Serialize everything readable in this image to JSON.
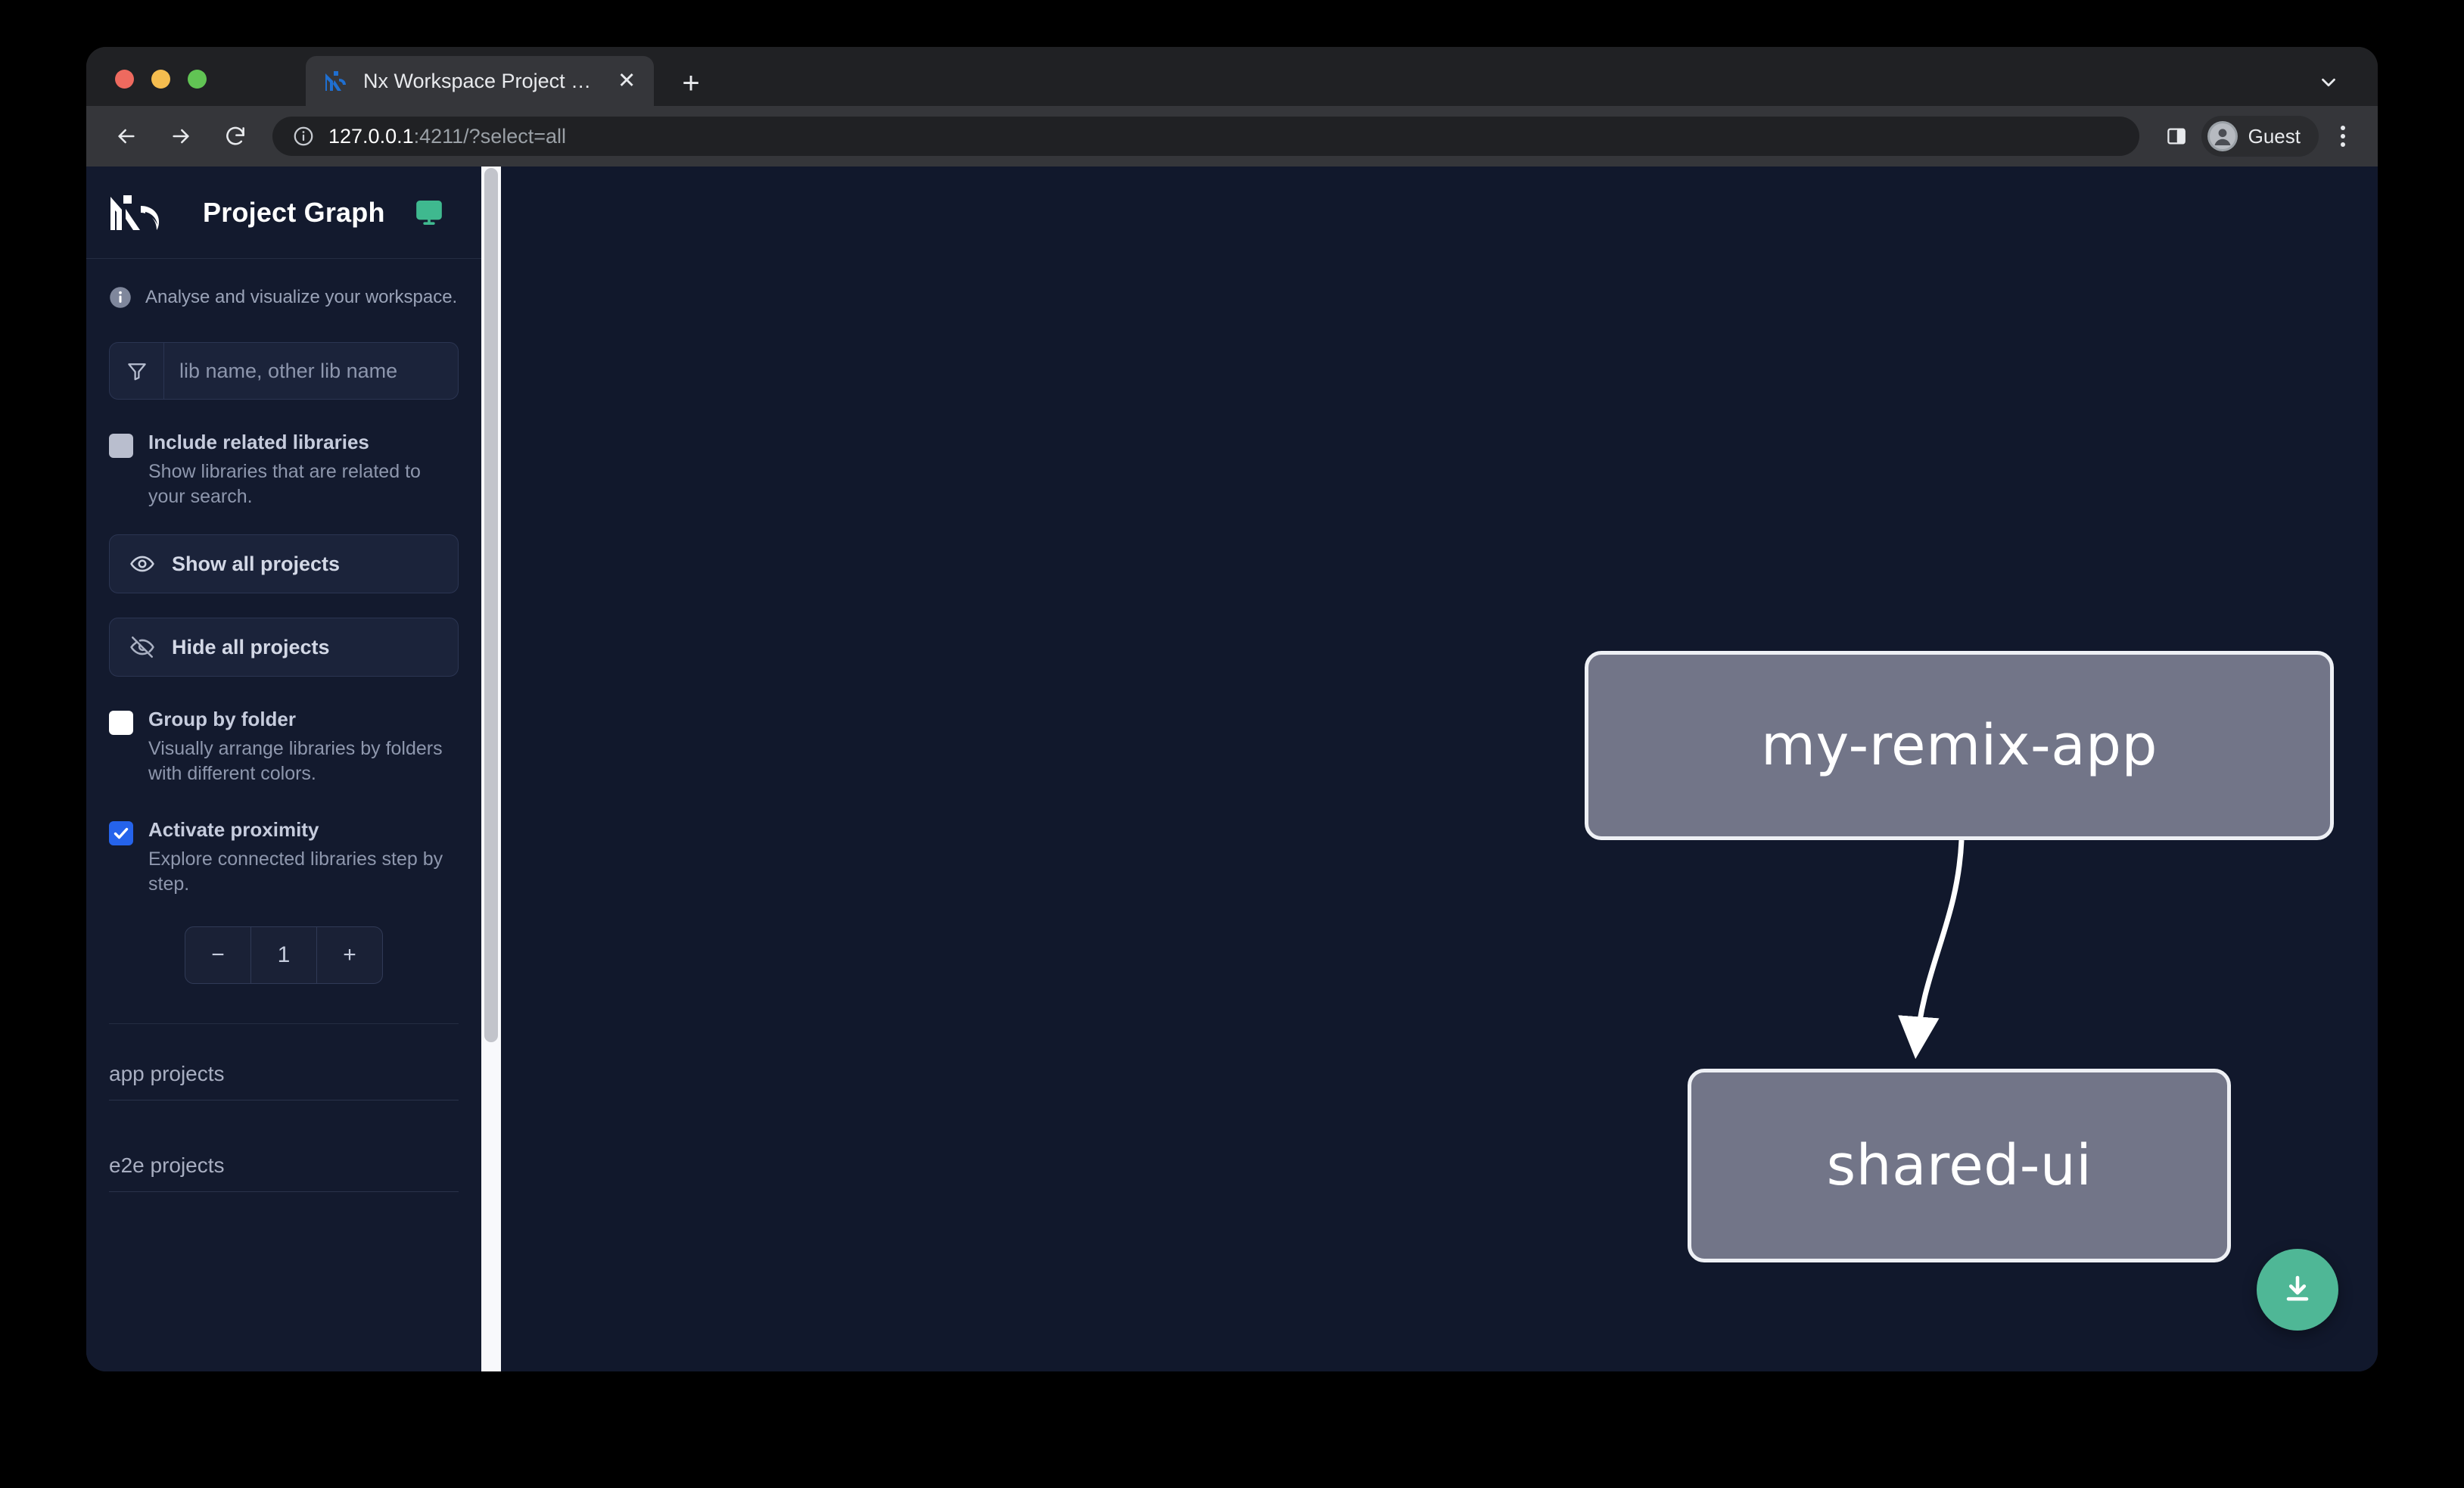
{
  "browser": {
    "traffic_lights": [
      "close",
      "minimize",
      "maximize"
    ],
    "tab": {
      "title": "Nx Workspace Project Graph",
      "favicon": "nx-favicon-icon",
      "close_label": "✕"
    },
    "new_tab_label": "+",
    "tabstrip_chevron": "chevron-down-icon",
    "toolbar": {
      "back_icon": "arrow-left-icon",
      "forward_icon": "arrow-right-icon",
      "reload_icon": "reload-icon",
      "omnibox_info_icon": "info-circle-icon",
      "url_host": "127.0.0.1",
      "url_path": ":4211/?select=all",
      "side_panel_icon": "side-panel-icon",
      "profile_name": "Guest",
      "profile_avatar_icon": "person-icon",
      "menu_icon": "kebab-menu-icon"
    }
  },
  "sidebar": {
    "logo": "nx-logo",
    "title": "Project Graph",
    "monitor_icon": "monitor-icon",
    "note_icon": "info-icon",
    "note": "Analyse and visualize your workspace.",
    "filter": {
      "icon": "funnel-filter-icon",
      "placeholder": "lib name, other lib name",
      "value": ""
    },
    "options": [
      {
        "id": "include-related-libraries",
        "label": "Include related libraries",
        "description": "Show libraries that are related to your search.",
        "state": "disabled"
      },
      {
        "id": "group-by-folder",
        "label": "Group by folder",
        "description": "Visually arrange libraries by folders with different colors.",
        "state": "unchecked"
      },
      {
        "id": "activate-proximity",
        "label": "Activate proximity",
        "description": "Explore connected libraries step by step.",
        "state": "checked"
      }
    ],
    "buttons": [
      {
        "id": "show-all-projects",
        "label": "Show all projects",
        "icon": "eye-icon"
      },
      {
        "id": "hide-all-projects",
        "label": "Hide all projects",
        "icon": "eye-off-icon"
      }
    ],
    "stepper": {
      "decrement_label": "−",
      "value": "1",
      "increment_label": "+"
    },
    "sections": [
      {
        "id": "app-projects",
        "label": "app projects"
      },
      {
        "id": "e2e-projects",
        "label": "e2e projects"
      }
    ]
  },
  "graph": {
    "nodes": [
      {
        "id": "my-remix-app",
        "label": "my-remix-app"
      },
      {
        "id": "shared-ui",
        "label": "shared-ui"
      }
    ],
    "edges": [
      {
        "from": "my-remix-app",
        "to": "shared-ui"
      }
    ],
    "download_button": {
      "icon": "download-icon",
      "label": ""
    }
  },
  "colors": {
    "canvas_bg": "#11182c",
    "sidebar_bg": "#131a2e",
    "node_fill": "#727588",
    "node_border": "#eef0f5",
    "accent_green": "#4fb796",
    "accent_blue": "#2563eb",
    "edge": "#ffffff"
  }
}
